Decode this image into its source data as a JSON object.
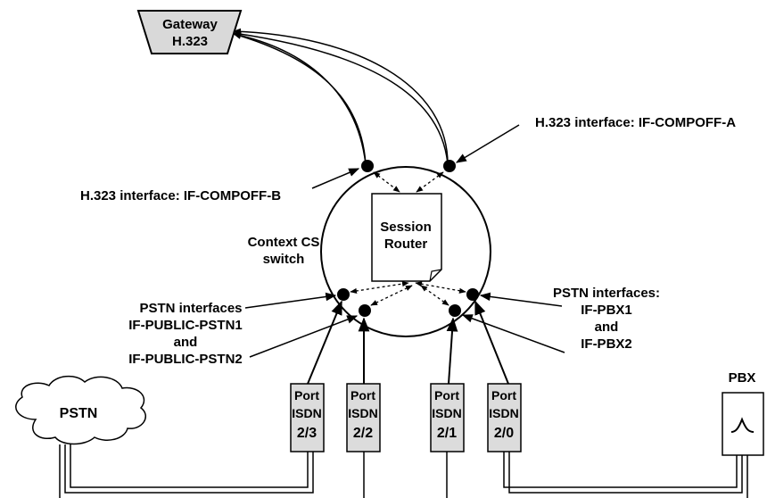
{
  "gateway": {
    "line1": "Gateway",
    "line2": "H.323"
  },
  "labels": {
    "h323_a": "H.323 interface: IF-COMPOFF-A",
    "h323_b": "H.323 interface: IF-COMPOFF-B",
    "context_line1": "Context CS",
    "context_line2": "switch",
    "pstn_left_1": "PSTN interfaces",
    "pstn_left_2": "IF-PUBLIC-PSTN1",
    "pstn_left_3": "and",
    "pstn_left_4": "IF-PUBLIC-PSTN2",
    "pstn_right_1": "PSTN interfaces:",
    "pstn_right_2": "IF-PBX1",
    "pstn_right_3": "and",
    "pstn_right_4": "IF-PBX2"
  },
  "session_router": {
    "line1": "Session",
    "line2": "Router"
  },
  "pstn_cloud": "PSTN",
  "pbx": {
    "label": "PBX"
  },
  "ports": [
    {
      "line1": "Port",
      "line2": "ISDN",
      "line3": "2/3"
    },
    {
      "line1": "Port",
      "line2": "ISDN",
      "line3": "2/2"
    },
    {
      "line1": "Port",
      "line2": "ISDN",
      "line3": "2/1"
    },
    {
      "line1": "Port",
      "line2": "ISDN",
      "line3": "2/0"
    }
  ],
  "colors": {
    "port_fill": "#dcdcdc",
    "gateway_fill": "#d9d9d9",
    "line": "#000000",
    "background": "#ffffff"
  }
}
